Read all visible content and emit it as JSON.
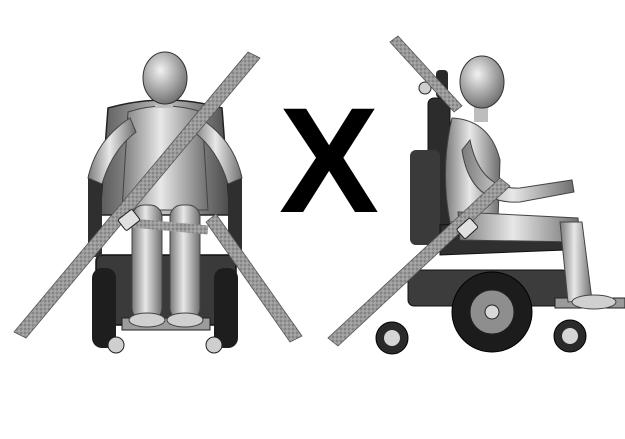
{
  "illustration": {
    "center_symbol": "X",
    "left_figure": "front-view-wheelchair-occupant-with-diagonal-belt",
    "right_figure": "side-view-wheelchair-occupant-with-diagonal-belt"
  },
  "colors": {
    "background": "#ffffff",
    "symbol": "#000000",
    "belt": "#8a8a8a",
    "metal": "#c9c9c9",
    "dark": "#2b2b2b"
  }
}
